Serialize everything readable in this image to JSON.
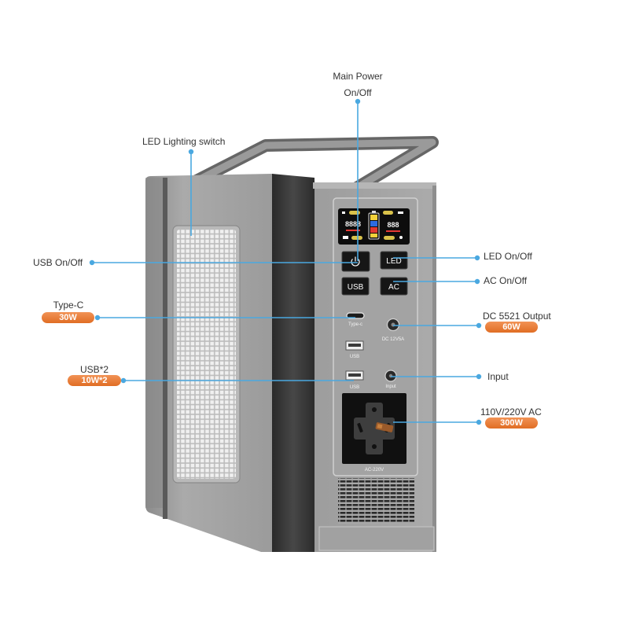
{
  "callouts": {
    "main_power": {
      "line1": "Main Power",
      "line2": "On/Off"
    },
    "led_lighting_switch": {
      "label": "LED Lighting switch"
    },
    "usb_on_off": {
      "label": "USB On/Off"
    },
    "type_c": {
      "label": "Type-C",
      "badge": "30W"
    },
    "usb_x2": {
      "label": "USB*2",
      "badge": "10W*2"
    },
    "led_on_off": {
      "label": "LED On/Off"
    },
    "ac_on_off": {
      "label": "AC On/Off"
    },
    "dc_output": {
      "label": "DC 5521 Output",
      "badge": "60W"
    },
    "input": {
      "label": "Input"
    },
    "ac_outlet": {
      "label": "110V/220V AC",
      "badge": "300W"
    }
  },
  "device": {
    "display": {
      "left_readout": "8888",
      "right_readout": "888"
    },
    "buttons": {
      "power_icon": "power-icon",
      "led": "LED",
      "usb": "USB",
      "ac": "AC"
    },
    "ports": {
      "type_c": "Type-c",
      "dc": "DC 12V5A",
      "usb_upper": "USB",
      "usb_lower": "USB",
      "input": "Input",
      "ac_socket": "AC-220V"
    }
  },
  "colors": {
    "callout_line": "#4aa8e0",
    "badge": "#ee7426",
    "label_text": "#333333",
    "body": "#a4a4a4",
    "side_stripe": "#383838"
  }
}
